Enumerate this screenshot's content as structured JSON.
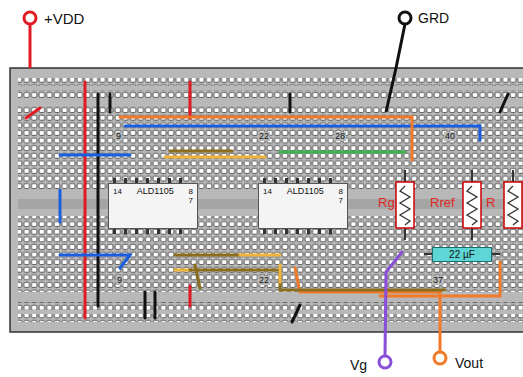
{
  "diagram": {
    "nodes": [
      {
        "text": [
          "14",
          "ALD1105",
          "8",
          "7"
        ]
      },
      {
        "text": [
          "14",
          "ALD1105",
          "8",
          "7"
        ]
      },
      {
        "text": [
          "22 µF"
        ]
      }
    ],
    "labels": [
      "+VDD",
      "GRD",
      "9",
      "22",
      "28",
      "40",
      "9",
      "22",
      "37",
      "Rg",
      "Rref",
      "R",
      "Vg",
      "Vout"
    ]
  }
}
